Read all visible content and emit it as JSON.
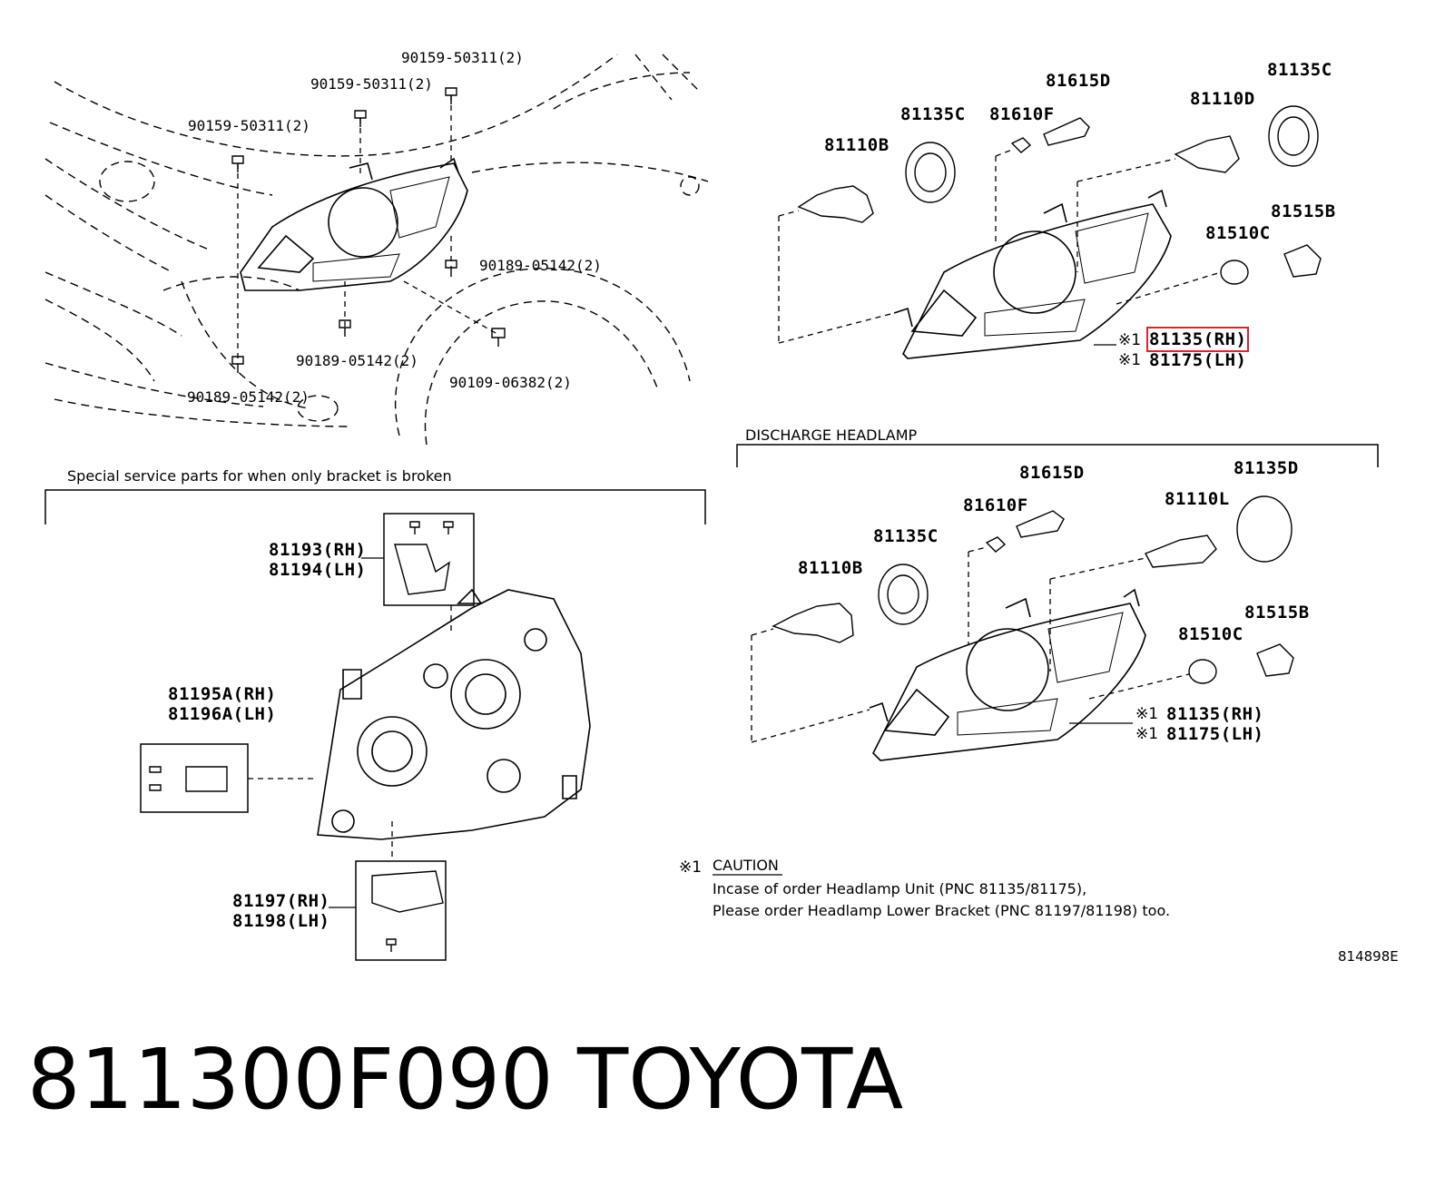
{
  "top_left": {
    "bolts": [
      "90159-50311(2)",
      "90159-50311(2)",
      "90159-50311(2)",
      "90189-05142(2)",
      "90189-05142(2)",
      "90109-06382(2)",
      "90189-05142(2)"
    ]
  },
  "top_right": {
    "parts": [
      "81110B",
      "81135C",
      "81610F",
      "81615D",
      "81110D",
      "81135C",
      "81515B",
      "81510C"
    ],
    "unit_mark": "※1",
    "unit_rh": "81135(RH)",
    "unit_lh": "81175(LH)"
  },
  "special": {
    "heading": "Special service parts for when only bracket is broken",
    "upper_bracket": [
      "81193(RH)",
      "81194(LH)"
    ],
    "side_bracket": [
      "81195A(RH)",
      "81196A(LH)"
    ],
    "lower_bracket": [
      "81197(RH)",
      "81198(LH)"
    ]
  },
  "discharge": {
    "heading": "DISCHARGE HEADLAMP",
    "parts": [
      "81615D",
      "81135D",
      "81610F",
      "81110L",
      "81135C",
      "81110B",
      "81515B",
      "81510C"
    ],
    "unit_mark": "※1",
    "unit_rh": "81135(RH)",
    "unit_lh": "81175(LH)"
  },
  "caution": {
    "mark": "※1",
    "title": "CAUTION",
    "line1": "Incase of order Headlamp Unit (PNC 81135/81175),",
    "line2": "Please order Headlamp Lower Bracket (PNC 81197/81198) too."
  },
  "figure_code": "814898E",
  "part_number": "811300F090",
  "brand": "TOYOTA",
  "highlight_color": "#e0232a"
}
